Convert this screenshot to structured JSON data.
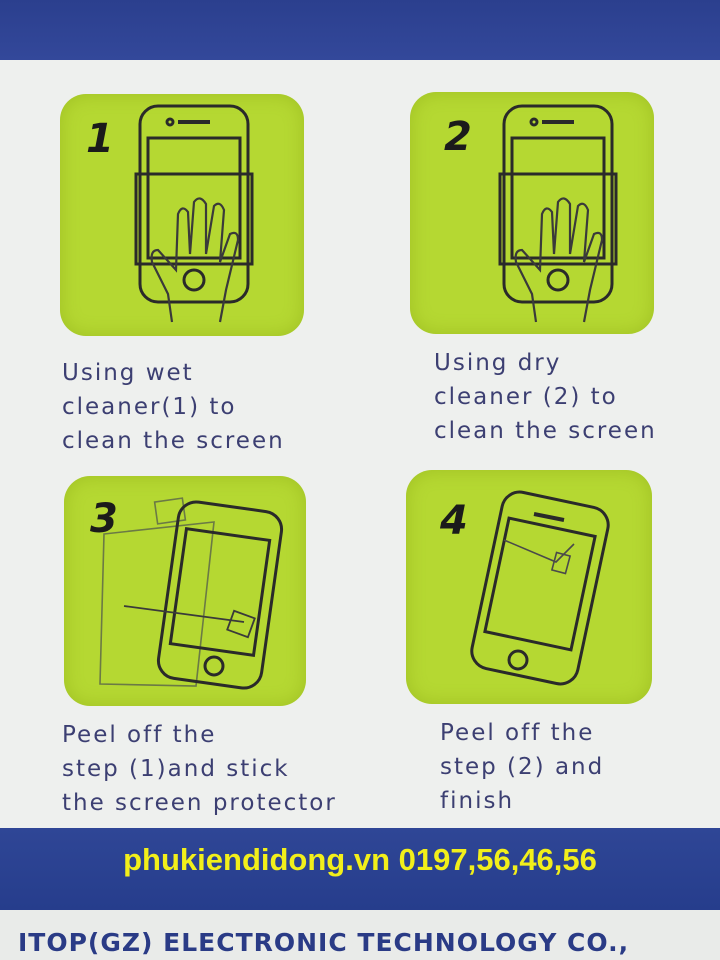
{
  "steps": [
    {
      "number": "1",
      "lines": [
        "Using wet",
        "cleaner(1) to",
        "clean the screen"
      ]
    },
    {
      "number": "2",
      "lines": [
        "Using dry",
        "cleaner (2) to",
        "clean the screen"
      ]
    },
    {
      "number": "3",
      "lines": [
        "Peel off the",
        "step (1)and stick",
        "the screen protector"
      ]
    },
    {
      "number": "4",
      "lines": [
        "Peel off the",
        "step (2) and",
        "finish"
      ]
    }
  ],
  "promo": "phukiendidong.vn 0197,56,46,56",
  "company": "ITOP(GZ) ELECTRONIC TECHNOLOGY CO.,",
  "colors": {
    "panel": "#b5d832",
    "band": "#2f4696",
    "promo": "#f2ef1a",
    "caption": "#3c3f72"
  },
  "icons": [
    "phone-with-hand-icon",
    "phone-with-hand-icon",
    "phone-peel-film-icon",
    "phone-finished-icon"
  ]
}
